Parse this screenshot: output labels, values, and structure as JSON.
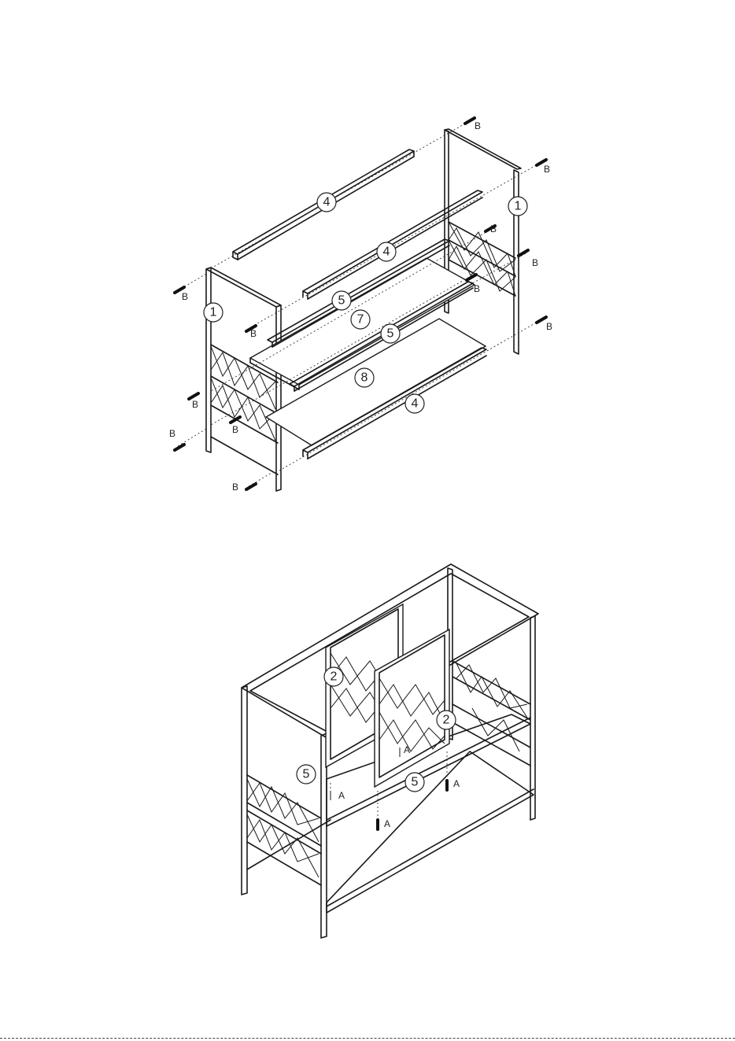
{
  "step1": {
    "parts": [
      "1",
      "1",
      "4",
      "4",
      "4",
      "5",
      "5",
      "7",
      "8"
    ],
    "hardware": "B"
  },
  "step2": {
    "parts": [
      "2",
      "2",
      "5",
      "5"
    ],
    "hardware": "A"
  }
}
